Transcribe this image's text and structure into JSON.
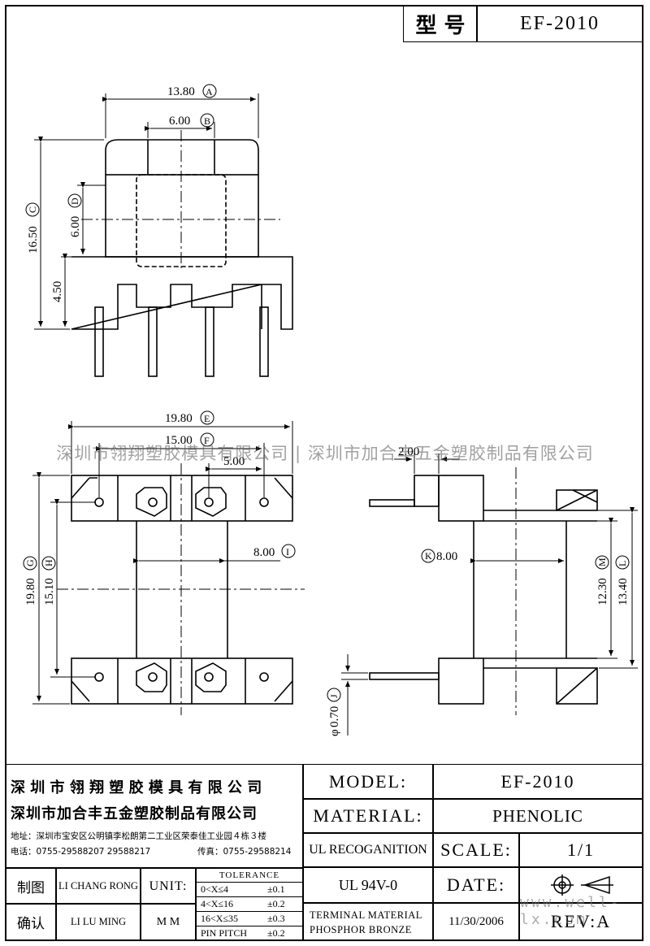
{
  "header": {
    "model_label": "型 号",
    "model_value": "EF-2010"
  },
  "dims": {
    "A": "13.80",
    "B": "6.00",
    "C": "16.50",
    "D": "6.00",
    "h450": "4.50",
    "E": "19.80",
    "F": "15.00",
    "p500": "5.00",
    "I": "8.00",
    "G": "19.80",
    "H": "15.10",
    "p200": "2.00",
    "K": "8.00",
    "M": "12.30",
    "L": "13.40",
    "J": "0.70"
  },
  "circles": {
    "A": "A",
    "B": "B",
    "C": "C",
    "D": "D",
    "E": "E",
    "F": "F",
    "I": "I",
    "G": "G",
    "H": "H",
    "K": "K",
    "M": "M",
    "L": "L",
    "J": "J"
  },
  "phi": "φ",
  "watermark": "深圳市翎翔塑胶模具有限公司 | 深圳市加合丰五金塑胶制品有限公司",
  "watermark2": "www.well-lx.com",
  "title_block": {
    "company1": "深 圳 市 翎 翔 塑 胶 模 具 有 限 公 司",
    "company2": "深圳市加合丰五金塑胶制品有限公司",
    "address": "地址：深圳市宝安区公明镇李松朗第二工业区荣泰佳工业园４栋３楼",
    "phone": "电话：0755-29588207  29588217",
    "fax": "传真：0755-29588214",
    "model_label": "MODEL:",
    "model_value": "EF-2010",
    "material_label": "MATERIAL:",
    "material_value": "PHENOLIC",
    "ul_label": "UL RECOGANITION",
    "ul_value": "UL 94V-0",
    "scale_label": "SCALE:",
    "scale_value": "1/1",
    "date_label": "DATE:",
    "date_value": "11/30/2006",
    "terminal1": "TERMINAL MATERIAL",
    "terminal2": "PHOSPHOR  BRONZE",
    "rev": "REV:A",
    "drawn_label": "制图",
    "drawn_value": "LI CHANG RONG",
    "checked_label": "确认",
    "checked_value": "LI LU MING",
    "unit_label": "UNIT:",
    "unit_value": "M M",
    "tolerance_title": "TOLERANCE",
    "tol": [
      {
        "range": "0<X≤4",
        "val": "±0.1"
      },
      {
        "range": "4<X≤16",
        "val": "±0.2"
      },
      {
        "range": "16<X≤35",
        "val": "±0.3"
      },
      {
        "range": "PIN PITCH",
        "val": "±0.2"
      }
    ]
  }
}
